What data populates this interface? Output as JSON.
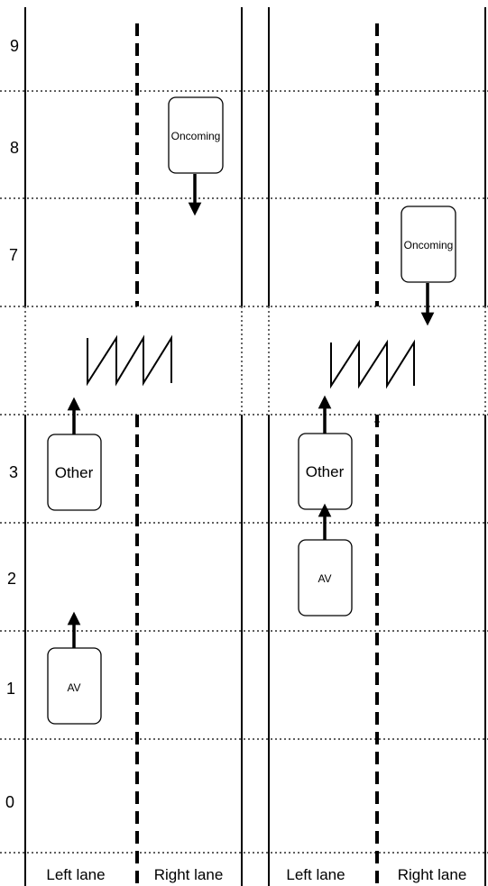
{
  "row_labels": [
    "9",
    "8",
    "7",
    "3",
    "2",
    "1",
    "0"
  ],
  "lane_labels": {
    "left": "Left lane",
    "right": "Right lane"
  },
  "scenarios": [
    {
      "vehicles": [
        {
          "label": "Oncoming",
          "arrow": "down"
        },
        {
          "label": "Other",
          "arrow": "up"
        },
        {
          "label": "AV",
          "arrow": "up"
        }
      ]
    },
    {
      "vehicles": [
        {
          "label": "Oncoming",
          "arrow": "down"
        },
        {
          "label": "Other",
          "arrow": "up"
        },
        {
          "label": "AV",
          "arrow": "up"
        }
      ]
    }
  ]
}
